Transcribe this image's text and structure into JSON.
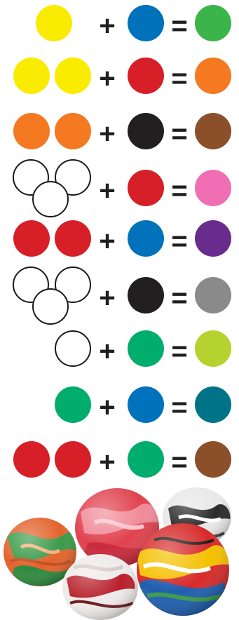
{
  "colors": {
    "yellow": "#f9ec00",
    "blue": "#0072bc",
    "green": "#3bb54a",
    "red": "#d71f27",
    "orange": "#f57920",
    "black": "#221f20",
    "brown": "#8b5029",
    "white": "#ffffff",
    "pink": "#f06eb4",
    "purple": "#6a2b8f",
    "gray": "#8a8a8a",
    "emerald": "#00ad6d",
    "lime": "#b6d22f",
    "teal": "#007388"
  },
  "symbols": {
    "plus": "+",
    "equals": "="
  },
  "equations": [
    {
      "left": [
        "yellow"
      ],
      "add": "blue",
      "result": "green"
    },
    {
      "left": [
        "yellow",
        "yellow"
      ],
      "add": "red",
      "result": "orange"
    },
    {
      "left": [
        "orange",
        "orange"
      ],
      "add": "black",
      "result": "brown"
    },
    {
      "left": [
        "white",
        "white",
        "white"
      ],
      "add": "red",
      "result": "pink"
    },
    {
      "left": [
        "red",
        "red"
      ],
      "add": "blue",
      "result": "purple"
    },
    {
      "left": [
        "white",
        "white",
        "white"
      ],
      "add": "black",
      "result": "gray"
    },
    {
      "left": [
        "white"
      ],
      "add": "emerald",
      "result": "lime"
    },
    {
      "left": [
        "emerald"
      ],
      "add": "blue",
      "result": "teal"
    },
    {
      "left": [
        "red",
        "red"
      ],
      "add": "emerald",
      "result": "brown"
    }
  ],
  "photo": {
    "subject": "marbled clay balls",
    "ball_count": 5
  }
}
